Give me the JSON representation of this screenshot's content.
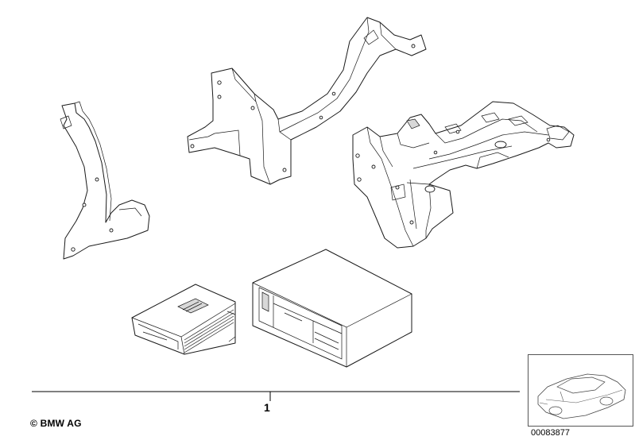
{
  "diagram": {
    "callout": {
      "number": "1"
    },
    "footer": {
      "copyright": "© BMW AG",
      "image_id": "00083877"
    },
    "parts": [
      {
        "id": "left-bracket",
        "icon": "bracket-icon"
      },
      {
        "id": "center-bracket",
        "icon": "bracket-icon"
      },
      {
        "id": "right-bracket-assembly",
        "icon": "bracket-icon"
      },
      {
        "id": "cd-magazine",
        "icon": "cd-magazine-icon"
      },
      {
        "id": "cd-changer",
        "icon": "cd-changer-icon"
      }
    ],
    "colors": {
      "line": "#1a1a1a",
      "background": "#ffffff",
      "shade": "#d8d8d8"
    }
  }
}
